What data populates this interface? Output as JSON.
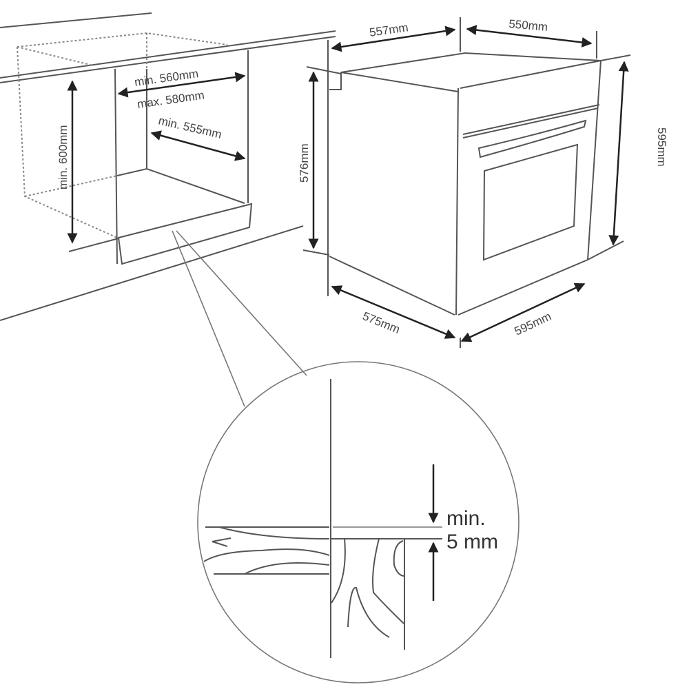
{
  "cabinet": {
    "height_label": "min. 600mm",
    "width_min_label": "min. 560mm",
    "width_max_label": "max. 580mm",
    "depth_label": "min. 555mm"
  },
  "oven": {
    "top_depth_label": "557mm",
    "top_width_label": "550mm",
    "side_height_label": "576mm",
    "front_height_label": "595mm",
    "bottom_depth_label": "575mm",
    "bottom_width_label": "595mm"
  },
  "detail": {
    "gap_label_line1": "min.",
    "gap_label_line2": "5 mm"
  }
}
